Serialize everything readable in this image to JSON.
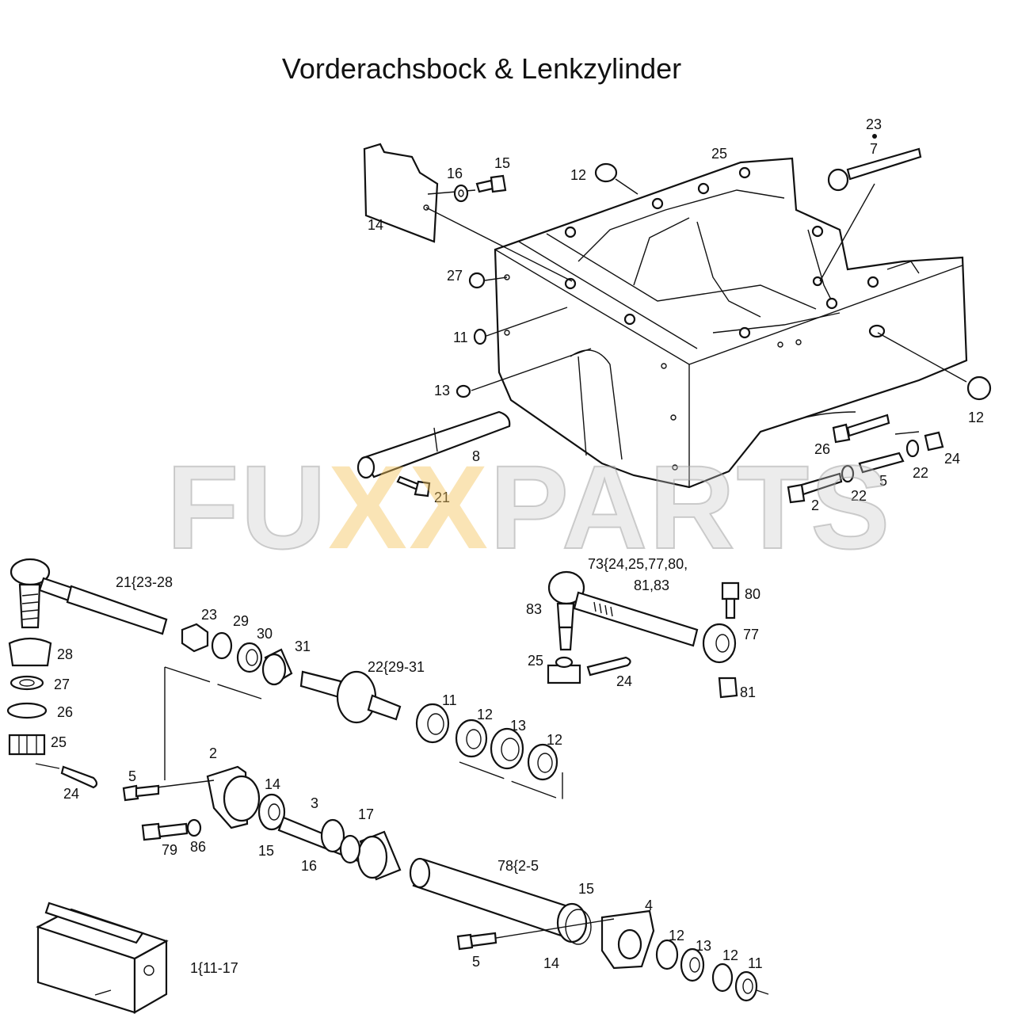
{
  "title": "Vorderachsbock & Lenkzylinder",
  "watermark": {
    "part1": "FU",
    "part2": "XX",
    "part3": "PARTS"
  },
  "labels": {
    "l14": "14",
    "l16": "16",
    "l15": "15",
    "l12a": "12",
    "l25a": "25",
    "l23dot7": "23",
    "l7": "7",
    "l27a": "27",
    "l11a": "11",
    "l13a": "13",
    "l12b": "12",
    "l26a": "26",
    "l24a": "24",
    "l8": "8",
    "l21a": "21",
    "l2a": "2",
    "l22a": "22",
    "l5a": "5",
    "l22b": "22",
    "g21": "21{23-28",
    "l23b": "23",
    "l29a": "29",
    "l30": "30",
    "l31a": "31",
    "l28": "28",
    "l27b": "27",
    "l26b": "26",
    "l25b": "25",
    "l24b": "24",
    "g22": "22{29-31",
    "l11b": "11",
    "l12c": "12",
    "l13b": "13",
    "l12d": "12",
    "g73a": "73{24,25,77,80,",
    "g73b": "81,83",
    "l80": "80",
    "l83": "83",
    "l77": "77",
    "l25c": "25",
    "l24c": "24",
    "l81": "81",
    "l2b": "2",
    "l5b": "5",
    "l14b": "14",
    "l3": "3",
    "l17": "17",
    "l79": "79",
    "l86": "86",
    "l15b": "15",
    "l16b": "16",
    "g78": "78{2-5",
    "l15c": "15",
    "l4": "4",
    "l5c": "5",
    "l14c": "14",
    "l12e": "12",
    "l13c": "13",
    "l12f": "12",
    "l11c": "11",
    "g1": "1{11-17"
  }
}
